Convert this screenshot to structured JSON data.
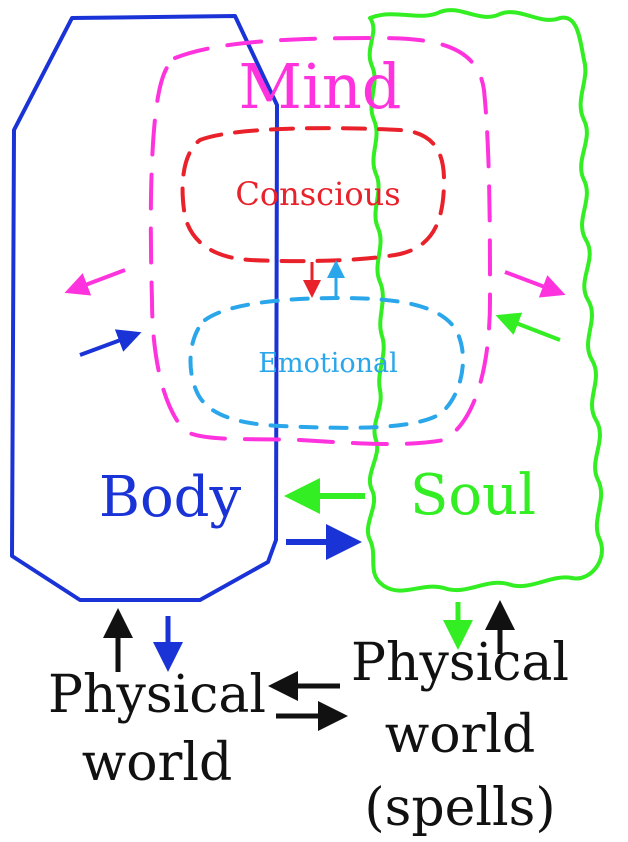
{
  "labels": {
    "mind": "Mind",
    "conscious": "Conscious",
    "emotional": "Emotional",
    "body": "Body",
    "soul": "Soul",
    "physical_world_left_line1": "Physical",
    "physical_world_left_line2": "world",
    "physical_world_right_line1": "Physical",
    "physical_world_right_line2": "world",
    "physical_world_right_line3": "(spells)"
  },
  "colors": {
    "mind": "#ff33dd",
    "conscious": "#e8212b",
    "emotional": "#2aa6ea",
    "body": "#1a33d6",
    "soul": "#33ee22",
    "physical": "#111111"
  }
}
